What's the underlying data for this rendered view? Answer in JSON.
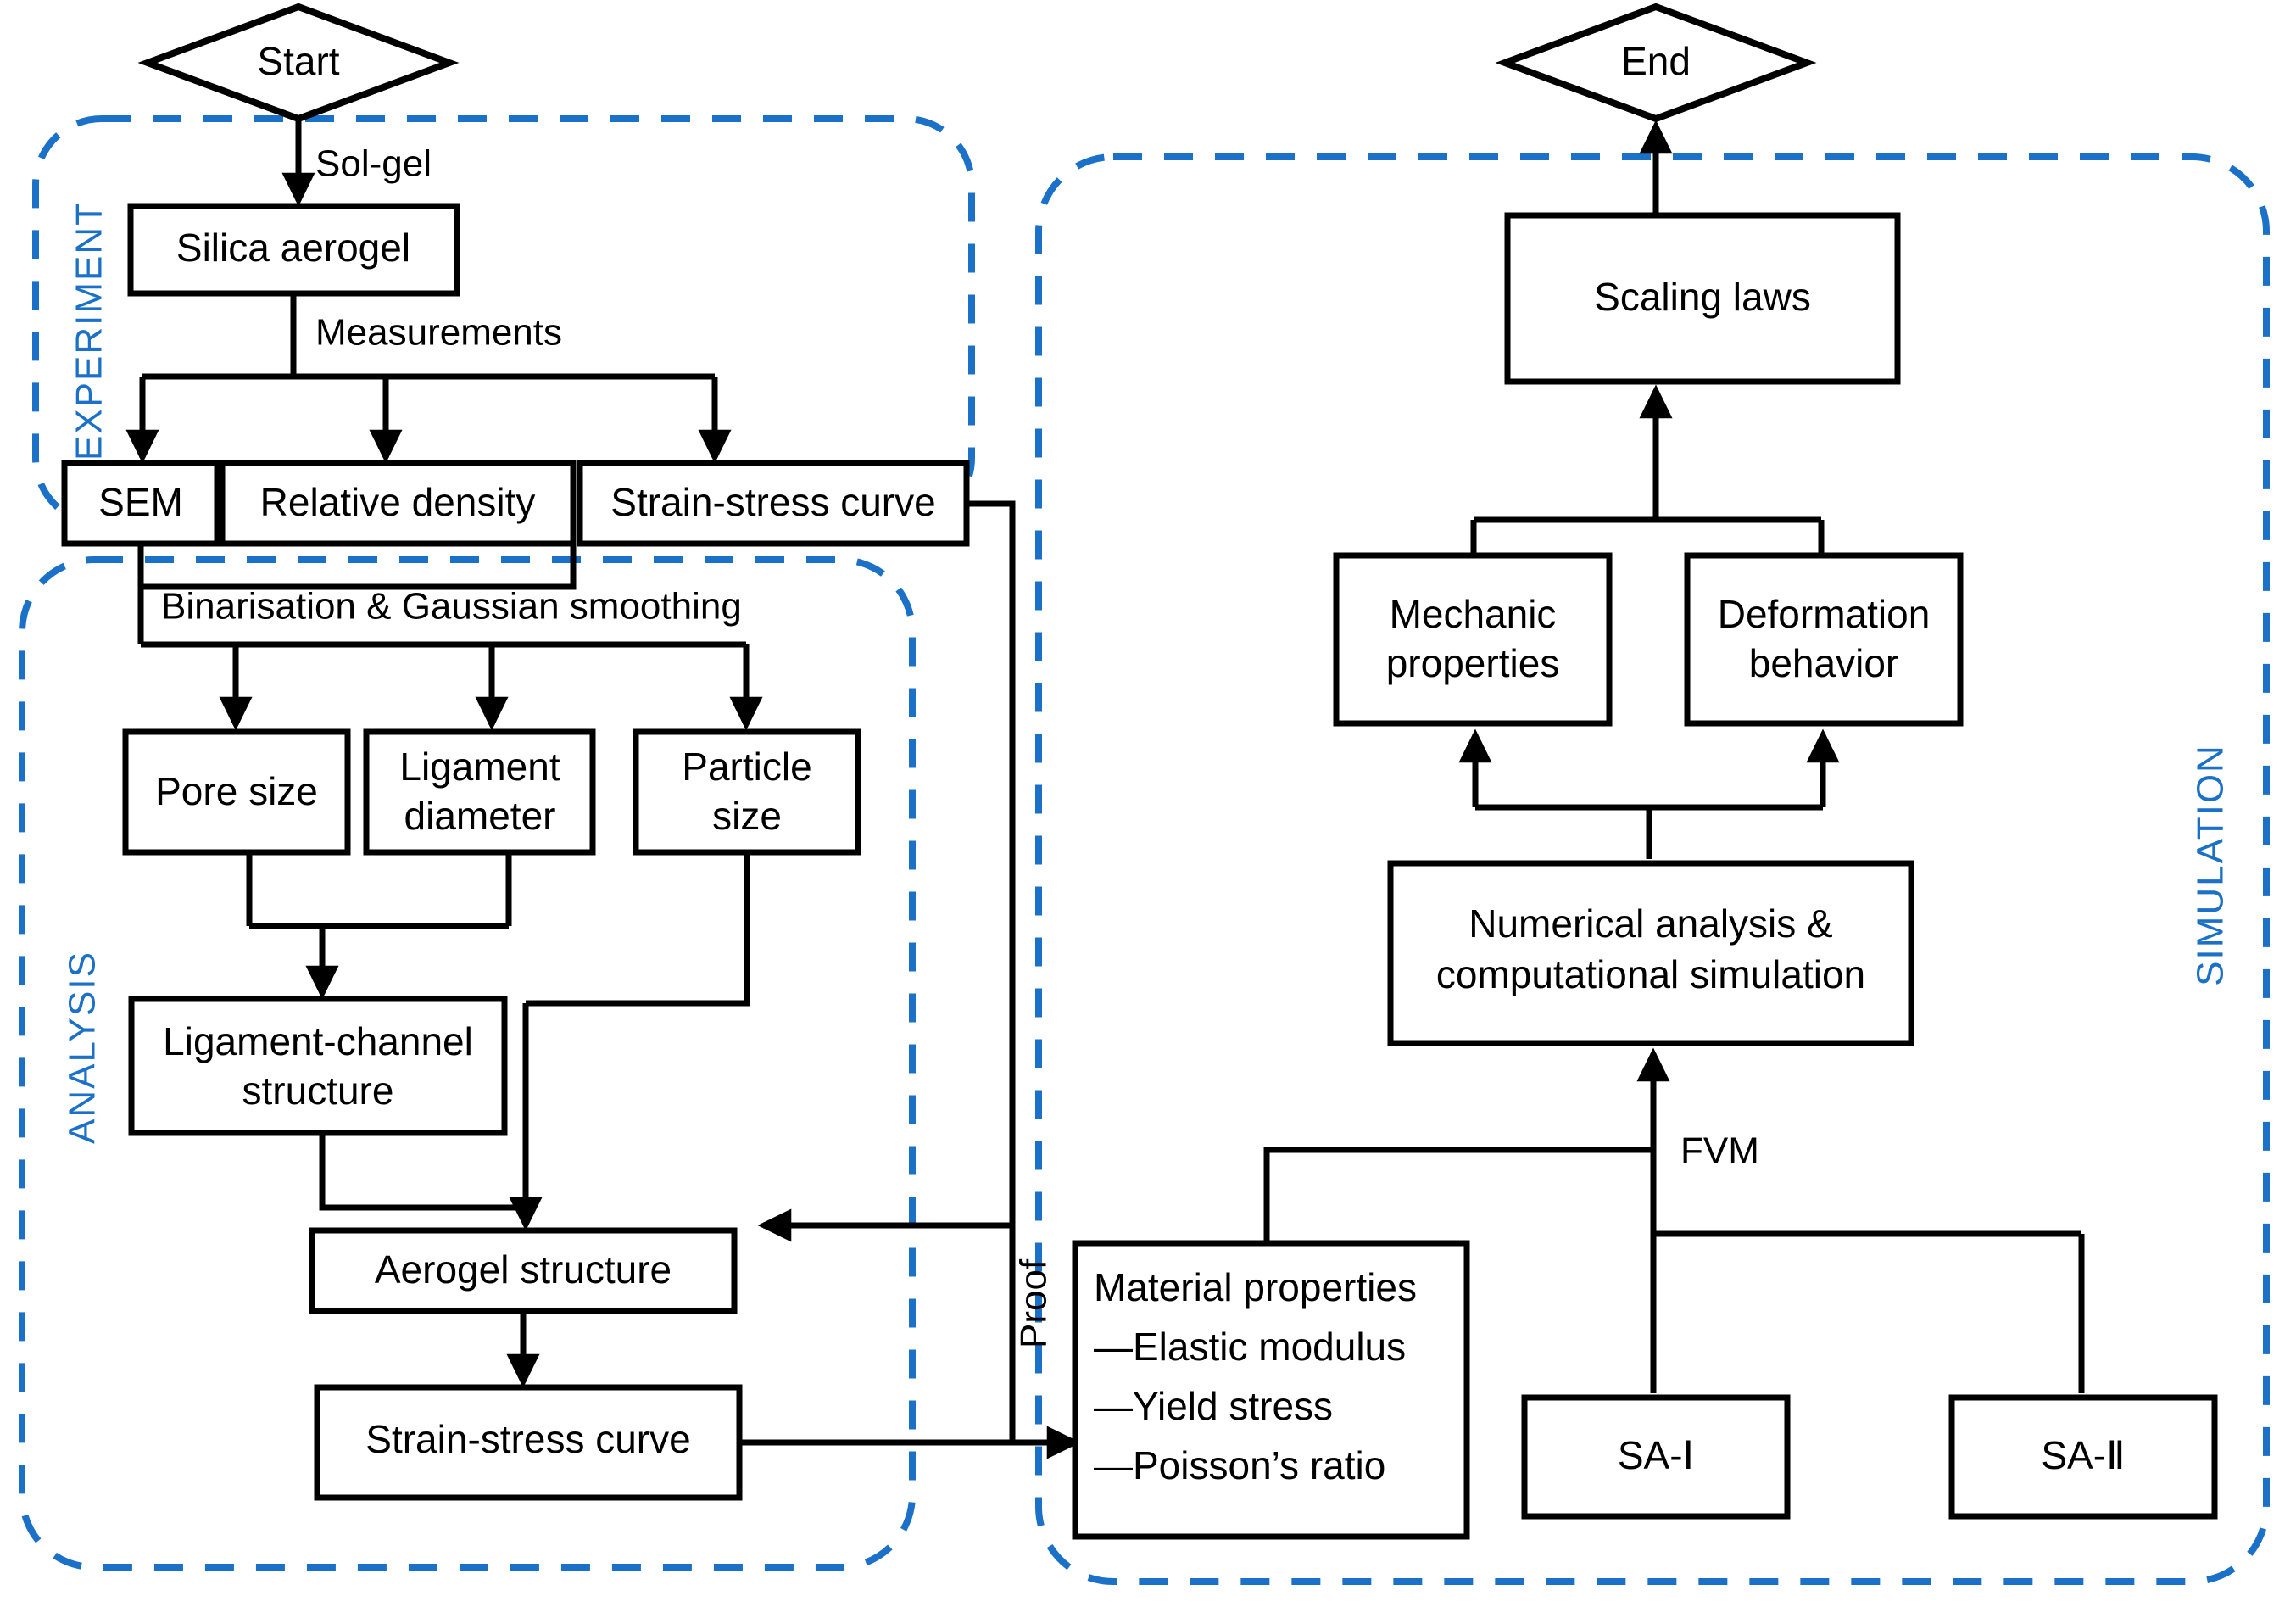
{
  "meta": {
    "diagram_title": "Silica aerogel experiment / analysis / simulation workflow flowchart",
    "accent_blue": "#1B70C8",
    "line_black": "#000000",
    "background": "#FFFFFF"
  },
  "groups": [
    {
      "id": "experiment",
      "label": "EXPERIMENT",
      "color": "#1B70C8"
    },
    {
      "id": "analysis",
      "label": "ANALYSIS",
      "color": "#1B70C8"
    },
    {
      "id": "simulation",
      "label": "SIMULATION",
      "color": "#1B70C8"
    }
  ],
  "nodes": {
    "start": {
      "label": "Start",
      "shape": "diamond"
    },
    "end": {
      "label": "End",
      "shape": "diamond"
    },
    "silica_aerogel": {
      "label": "Silica aerogel",
      "shape": "box"
    },
    "sem": {
      "label": "SEM",
      "shape": "box"
    },
    "relative_density": {
      "label": "Relative density",
      "shape": "box"
    },
    "exp_strain_stress": {
      "label": "Strain-stress curve",
      "shape": "box"
    },
    "pore_size": {
      "label": "Pore size",
      "shape": "box"
    },
    "ligament_diameter": {
      "label_line1": "Ligament",
      "label_line2": "diameter",
      "shape": "box"
    },
    "particle_size": {
      "label_line1": "Particle",
      "label_line2": "size",
      "shape": "box"
    },
    "ligament_channel": {
      "label_line1": "Ligament-channel",
      "label_line2": "structure",
      "shape": "box"
    },
    "aerogel_structure": {
      "label": "Aerogel structure",
      "shape": "box"
    },
    "ana_strain_stress": {
      "label": "Strain-stress curve",
      "shape": "box"
    },
    "material_properties": {
      "shape": "box",
      "title": "Material properties",
      "items": [
        "—Elastic modulus",
        "—Yield stress",
        "—Poisson’s ratio"
      ]
    },
    "scaling_laws": {
      "label": "Scaling laws",
      "shape": "box"
    },
    "mechanic_properties": {
      "label_line1": "Mechanic",
      "label_line2": "properties",
      "shape": "box"
    },
    "deformation_behavior": {
      "label_line1": "Deformation",
      "label_line2": "behavior",
      "shape": "box"
    },
    "numerical_analysis": {
      "label_line1": "Numerical analysis &",
      "label_line2": "computational simulation",
      "shape": "box"
    },
    "sa1": {
      "label": "SA-Ⅰ",
      "shape": "box"
    },
    "sa2": {
      "label": "SA-Ⅱ",
      "shape": "box"
    }
  },
  "edge_labels": {
    "sol_gel": "Sol-gel",
    "measurements": "Measurements",
    "binarisation": "Binarisation & Gaussian smoothing",
    "proof": "Proof",
    "fvm": "FVM"
  }
}
